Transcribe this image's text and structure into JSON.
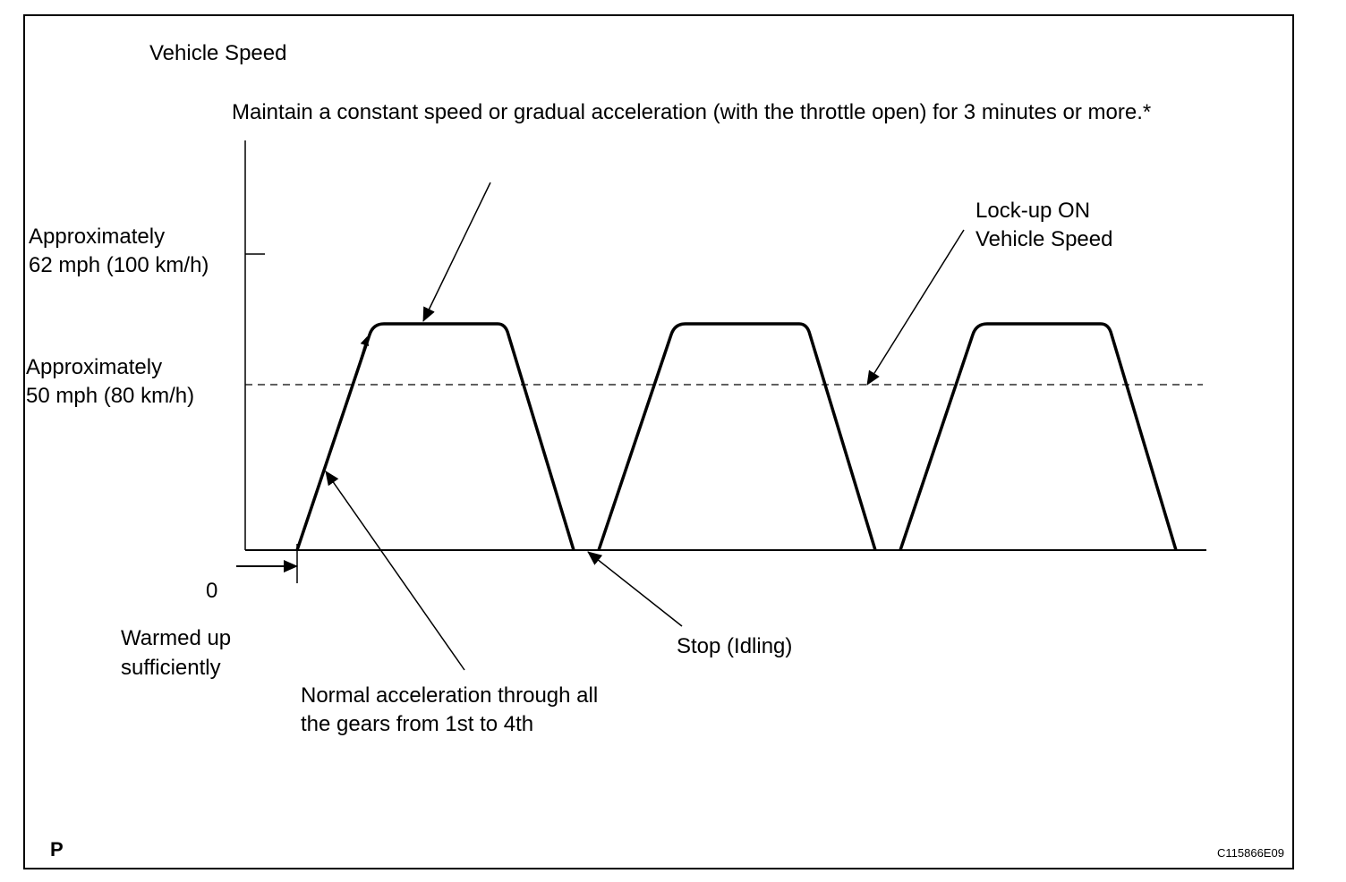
{
  "diagram": {
    "y_axis_title": "Vehicle Speed",
    "top_instruction": "Maintain a constant speed or gradual acceleration (with the throttle open) for 3 minutes or more.*",
    "speed_high_line1": "Approximately",
    "speed_high_line2": "62 mph (100 km/h)",
    "speed_mid_line1": "Approximately",
    "speed_mid_line2": "50 mph (80 km/h)",
    "zero_label": "0",
    "lockup_line1": "Lock-up ON",
    "lockup_line2": "Vehicle Speed",
    "warmed_line1": "Warmed up",
    "warmed_line2": "sufficiently",
    "accel_line1": "Normal acceleration through all",
    "accel_line2": "the gears from 1st to 4th",
    "stop_label": "Stop (Idling)",
    "corner_left": "P",
    "corner_right": "C115866E09"
  },
  "colors": {
    "line": "#000000",
    "background": "#ffffff"
  }
}
